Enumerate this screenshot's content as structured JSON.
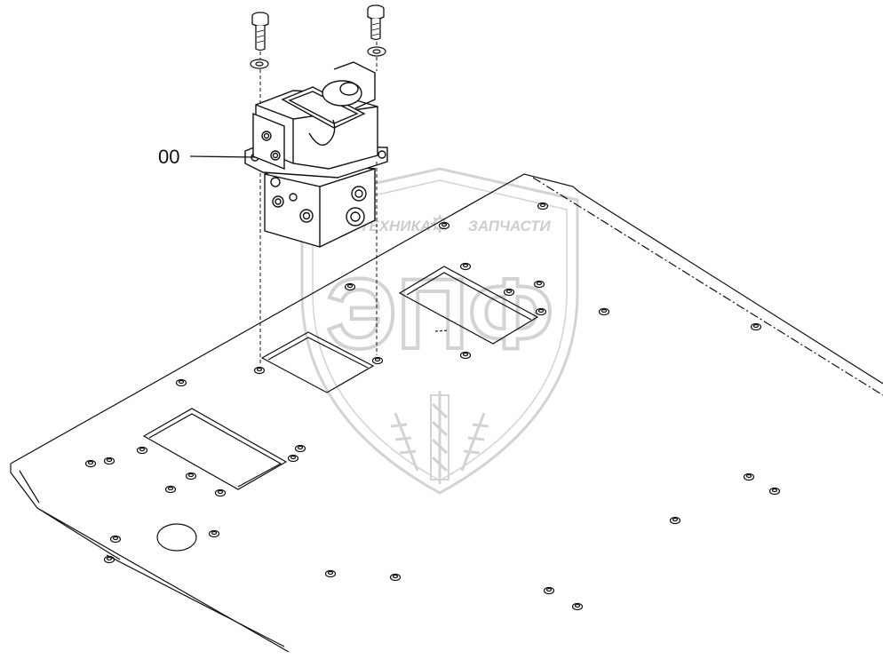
{
  "callout": {
    "label": "00"
  },
  "watermark": {
    "text_left": "ТЕХНИКА",
    "text_right": "ЗАПЧАСТИ",
    "monogram": "ЭПФ",
    "color": "#cfcfcf",
    "icon": "gear-icon"
  },
  "colors": {
    "line": "#111111",
    "background": "#ffffff"
  }
}
